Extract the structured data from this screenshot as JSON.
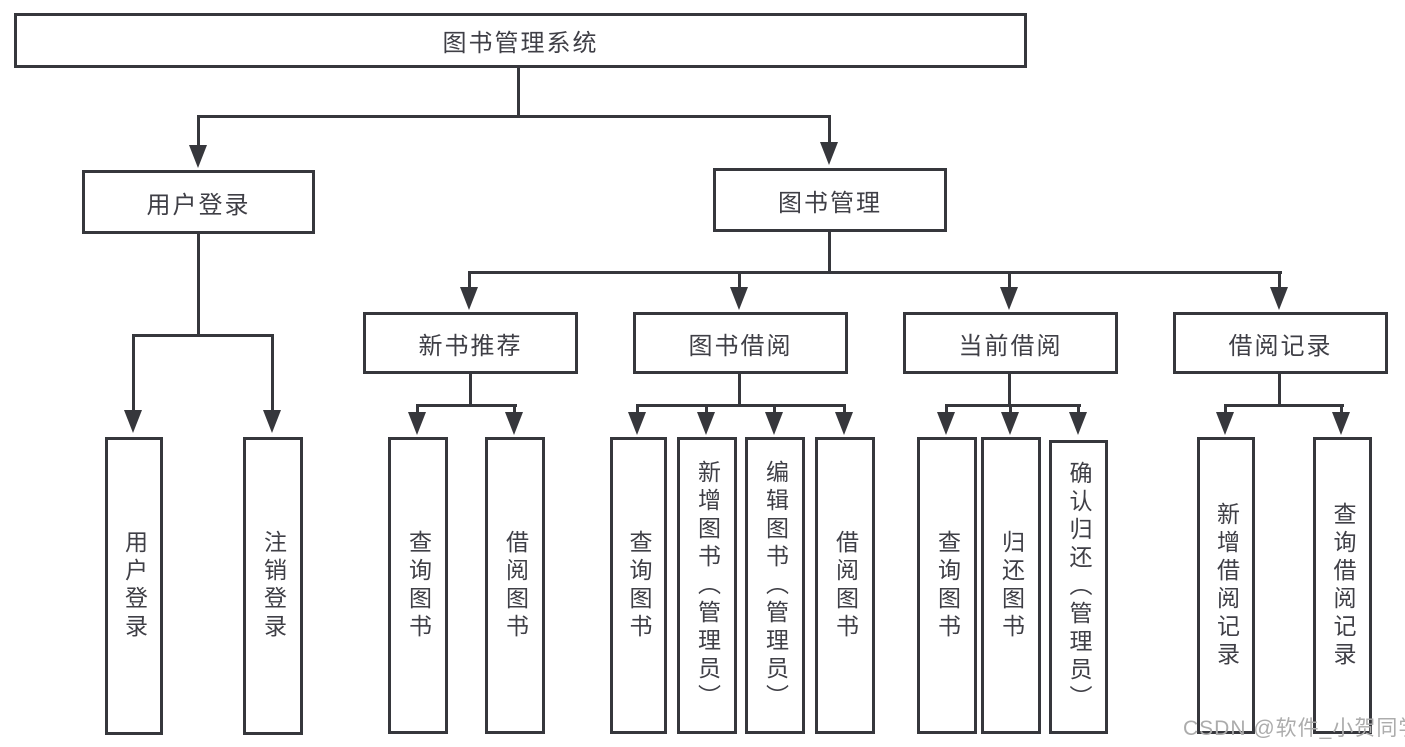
{
  "diagram": {
    "type": "hierarchy-tree",
    "title": "图书管理系统",
    "nodes": {
      "root": "图书管理系统",
      "user_login": "用户登录",
      "book_mgmt": "图书管理",
      "new_book_rec": "新书推荐",
      "book_borrow": "图书借阅",
      "current_borrow": "当前借阅",
      "borrow_record": "借阅记录",
      "a1": "用户登录",
      "a2": "注销登录",
      "b1": "查询图书",
      "b2": "借阅图书",
      "c1": "查询图书",
      "c2": "新增图书（管理员）",
      "c3": "编辑图书（管理员）",
      "c4": "借阅图书",
      "d1": "查询图书",
      "d2": "归还图书",
      "d3": "确认归还（管理员）",
      "e1": "新增借阅记录",
      "e2": "查询借阅记录"
    },
    "edges": [
      [
        "root",
        "user_login"
      ],
      [
        "root",
        "book_mgmt"
      ],
      [
        "user_login",
        "a1"
      ],
      [
        "user_login",
        "a2"
      ],
      [
        "book_mgmt",
        "new_book_rec"
      ],
      [
        "book_mgmt",
        "book_borrow"
      ],
      [
        "book_mgmt",
        "current_borrow"
      ],
      [
        "book_mgmt",
        "borrow_record"
      ],
      [
        "new_book_rec",
        "b1"
      ],
      [
        "new_book_rec",
        "b2"
      ],
      [
        "book_borrow",
        "c1"
      ],
      [
        "book_borrow",
        "c2"
      ],
      [
        "book_borrow",
        "c3"
      ],
      [
        "book_borrow",
        "c4"
      ],
      [
        "current_borrow",
        "d1"
      ],
      [
        "current_borrow",
        "d2"
      ],
      [
        "current_borrow",
        "d3"
      ],
      [
        "borrow_record",
        "e1"
      ],
      [
        "borrow_record",
        "e2"
      ]
    ],
    "colors": {
      "line": "#36373c",
      "box_border": "#36373c",
      "box_fill": "#ffffff",
      "text": "#3f3f46",
      "background": "#ffffff",
      "watermark": "#acacac"
    }
  },
  "watermark": "CSDN @软件_小贺同学"
}
